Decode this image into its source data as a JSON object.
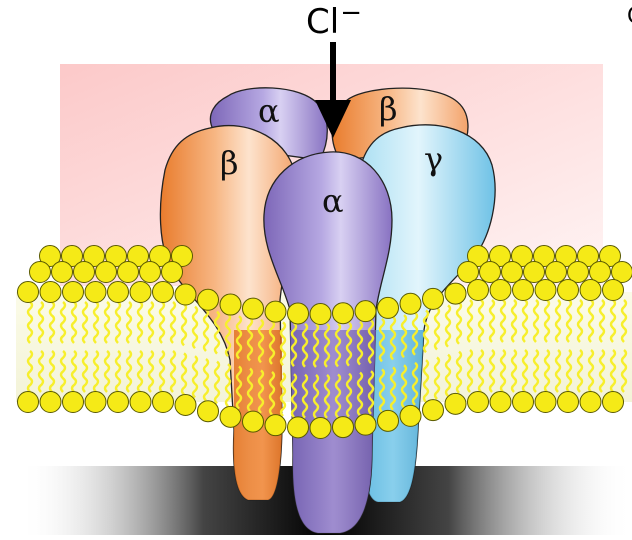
{
  "ion": {
    "symbol": "Cl",
    "charge": "−"
  },
  "edge_mark": "C",
  "subunits": [
    {
      "id": "alpha-back",
      "label": "α",
      "color": "#9d8bd0"
    },
    {
      "id": "beta-back",
      "label": "β",
      "color": "#f3a162"
    },
    {
      "id": "beta-front",
      "label": "β",
      "color": "#f29a57"
    },
    {
      "id": "gamma-front",
      "label": "γ",
      "color": "#8fd0ea"
    },
    {
      "id": "alpha-front",
      "label": "α",
      "color": "#9a87cc"
    }
  ],
  "colors": {
    "extracellular_region": "#fbd0d0",
    "lipid_head": "#f5ea17",
    "lipid_head_outline": "#5a5a00",
    "lipid_tail": "#f7ef2c",
    "bilayer_core": "#fbfae6",
    "shadow": "#1a1a1a"
  }
}
